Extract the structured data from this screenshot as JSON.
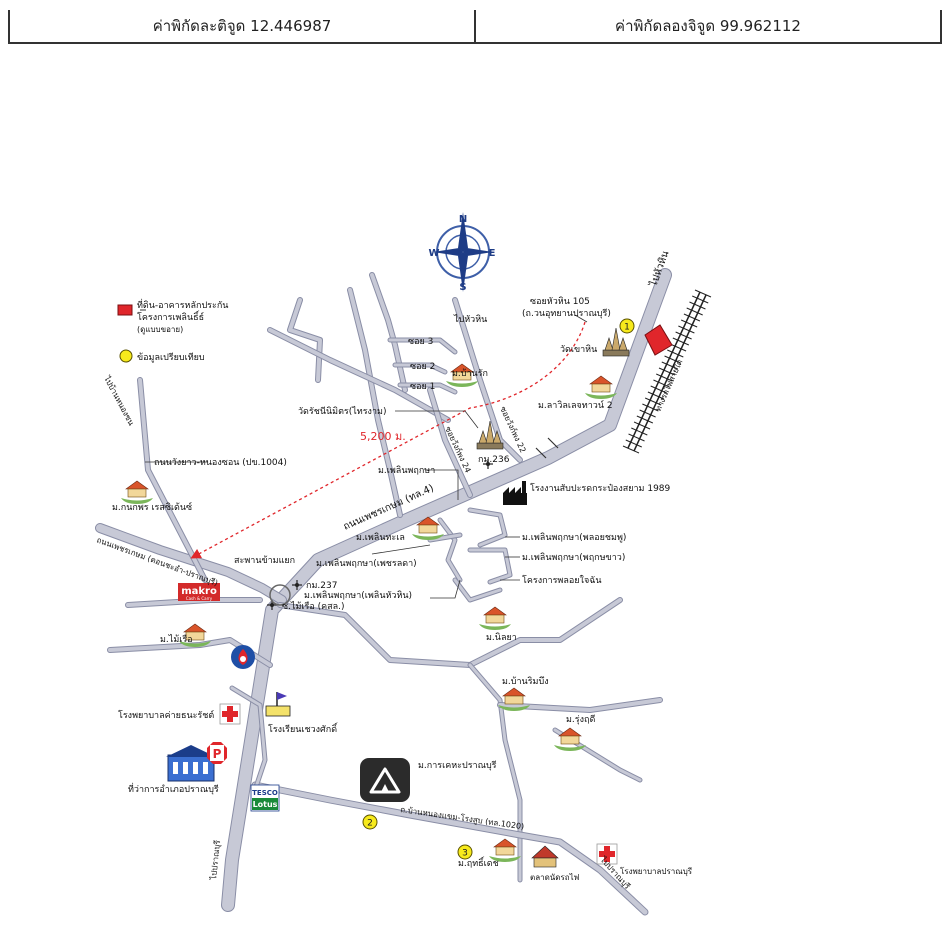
{
  "coordinates": {
    "latitude_label": "ค่าพิกัดละติจูด 12.446987",
    "longitude_label": "ค่าพิกัดลองจิจูด 99.962112"
  },
  "compass": {
    "n": "N",
    "e": "E",
    "s": "S",
    "w": "W"
  },
  "legend": {
    "site_line1": "ที่ดิน-อาคารหลักประกัน",
    "site_line2": "โครงการเพลินธิ์ธ์",
    "site_line3": "(ดูแบบขอาย)",
    "comparables": "ข้อมูลเปรียบเทียบ"
  },
  "distance_label": "5,200 ม.",
  "markers": {
    "m1": "1",
    "m2": "2",
    "m3": "3"
  },
  "labels": {
    "to_hua_hin_top": "ไปหัวหิน",
    "to_hua_hin_mid": "ไปหัวหิน",
    "soi_hua_hin_105": "ซอยหัวหิน 105",
    "soi_hua_hin_105_sub": "(ถ.วนอุทยานปราณบุรี)",
    "wat_khao_hin": "วัดเขาหิน",
    "railway": "ทางรถไฟสายใต้",
    "soi3": "ซอย 3",
    "soi2": "ซอย 2",
    "soi1": "ซอย 1",
    "ban_rak": "ม.บ้านรัก",
    "lavender_town": "ม.ลาวิลเลจทาวน์ 2",
    "wat_thaiyaram": "วัดรัชนีนิมิตร(ไทรงาม)",
    "km_236": "กม.236",
    "soi_wang_phong_22": "ซอยวังก์พง 22",
    "soi_wang_phong_24": "ซอยวังก์พง 24",
    "to_nong_sun": "ไปบ้านหนองซน",
    "road_1004": "ถนนวังยาว-หนองซอน (ปข.1004)",
    "m_konkanporn": "ม.กนกพร เรสซิเด้นซ์",
    "factory": "โรงงานสับปะรดกระป๋องสยาม 1989",
    "m_ploen_pruksa": "ม.เพลินพฤกษา",
    "phetkasem_road": "ถนนเพชรเกษม (ทล.4)",
    "m_ploen_thale": "ม.เพลินทะเล",
    "m_ploen_pink": "ม.เพลินพฤกษา(พลอยชมพู)",
    "m_ploen_white": "ม.เพลินพฤกษา(พฤกษขาว)",
    "m_ploen_petch": "ม.เพลินพฤกษา(เพชรลดา)",
    "ploy_project": "โครงการพลอยใจฉัน",
    "phetkasem_old": "ถนนเพชรเกษม (ตอนชะอำ-ปราณบุรี)",
    "saphan_bridge": "สะพานข้ามแยก",
    "km_237": "กม.237",
    "soi_mai_rua": "ซ.ไม้เรือ (คสล.)",
    "m_ploen_huahin": "ม.เพลินพฤกษา(เพลินหัวหิน)",
    "m_mai_rua": "ม.ไม้เรือ",
    "m_nilaya": "ม.นิลยา",
    "m_baan_rim_bueng": "ม.บ้านริมบึง",
    "m_rungruedee": "ม.รุ่งฤดี",
    "hospital_army": "โรงพยาบาลค่ายธนะรัชต์",
    "school": "โรงเรียนเชวงศักดิ์",
    "m_karakate": "ม.การเคหะปราณบุรี",
    "district_office": "ที่ว่าการอำเภอปราณบุรี",
    "nong_khaem_road": "ถ.บ้านหนองแขม-โรงสูบ (ทล.1020)",
    "m_ritthidet": "ม.ฤทธิ์เดช",
    "market": "ตลาดนัดรถไฟ",
    "hospital_pranburi": "โรงพยาบาลปราณบุรี",
    "to_pranburi_bottom": "ไปปราณบุรี",
    "to_pranburi_left": "ไปปราณบุรี",
    "makro_logo": "makro",
    "makro_sub": "Cash & Carry",
    "tesco_logo": "TESCO",
    "lotus_logo": "Lotus",
    "parking_symbol": "P"
  },
  "colors": {
    "road": "#c7c9d6",
    "road_outline": "#8a8ea6",
    "site": "#e0262b",
    "marker": "#f7ea1c",
    "distance": "#e0262b"
  }
}
